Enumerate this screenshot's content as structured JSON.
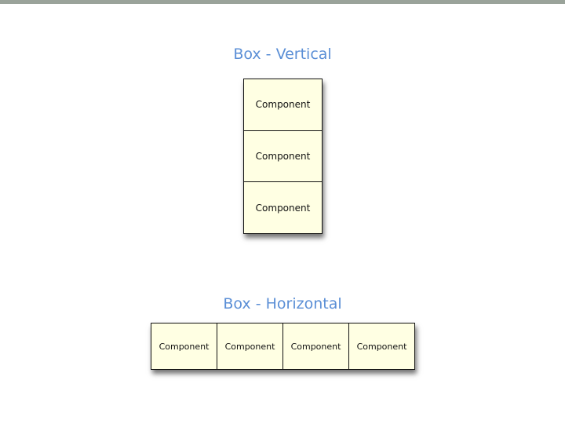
{
  "vertical": {
    "title": "Box - Vertical",
    "components": [
      "Component",
      "Component",
      "Component"
    ]
  },
  "horizontal": {
    "title": "Box - Horizontal",
    "components": [
      "Component",
      "Component",
      "Component",
      "Component"
    ]
  },
  "colors": {
    "title": "#5b8fd6",
    "component_fill": "#ffffe3",
    "top_bar": "#9aa39a"
  }
}
